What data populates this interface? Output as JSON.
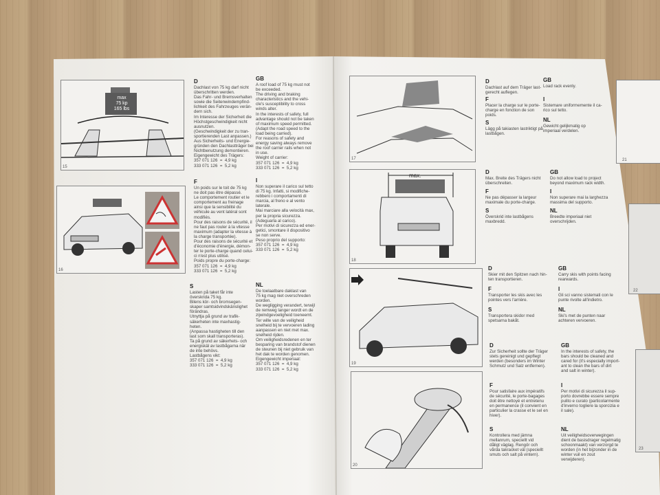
{
  "left": {
    "fig16": "16",
    "fig15": "15",
    "weight_label": [
      "max",
      "75 kp",
      "165 lbs"
    ],
    "D": {
      "h": "D",
      "t": "Dachlast von 75 kg darf nicht\nüberschritten werden.\nDas Fahr- und Bremsverhalten\nsowie die Seitenwindempfind-\nlichkeit des Fahrzeuges verän-\ndern sich.\nIm Interesse der Sicherheit die\nHöchstgeschwindigkeit nicht\nausnutzen.\n(Geschwindigkeit der zu tran-\nsportierenden Last anpassen.)\nAus Sicherheits- und Energie-\ngründen den Dachlastträger bei\nNichtbenutzung demontieren.\nEigengewicht des Trägers:\n357 071 126  =  4,9 kg\n333 071 126  =  5,2 kg"
    },
    "GB": {
      "h": "GB",
      "t": "A roof load of 75 kg must not\nbe exceeded.\nThe driving and braking\ncharacteristics and the vehi-\ncle's susceptibility to cross\nwinds alter.\nIn the interests of safety, full\nadvantage should not be taken\nof maximum speed permitted.\n(Adapt the road speed to the\nload being carried).\nFor reasons of safety and\nenergy saving always remove\nthe roof carrier rails when not\nin use.\nWeight of carrier:\n357 071 126  =  4,9 kg\n333 071 126  =  5,2 kg"
    },
    "F": {
      "h": "F",
      "t": "Un poids sur le toit de 75 kg\nne doit pas être dépassé.\nLe comportement routier et le\ncomportement au freinage\nainsi que la sensibilité du\nvéhicule au vent latéral sont\nmodifiés.\nPour des raisons de sécurité, il\nne faut pas rouler à la vitesse\nmaximum (adapter la vitesse à\nla charge transportée).\nPour des raisons de sécurité et\nd'économie d'énergie, démon-\nter le porte-charge quand celui-\nci n'est plus utilisé.\nPoids propre du porte-charge:\n357 071 126  =  4,9 kg\n333 071 126  =  5,2 kg"
    },
    "I": {
      "h": "I",
      "t": "Non superare il carico sul tetto\ndi 75 kg. Infatti, si modifiche-\nrebbero i comportamenti di\nmarcia, al freno e al vento\nlaterale.\nMai marciare alla velocità max,\nper la propria sicurezza.\n(Adeguarla al carico).\nPer motivi di sicurezza ed ener-\ngetici, smontare il dispositivo\nse non serve.\nPeso proprio del supporto:\n357 071 126  =  4,9 kg\n333 071 126  =  5,2 kg"
    },
    "S": {
      "h": "S",
      "t": "Lasten på taket får inte\növerskrida 75 kg.\nBilens kör- och bromsegen-\nskaper samtsidvindskänslighet\nförändras.\nUtnyttja på grund av trafik-\nsäkerheten inte maxhastig-\nheten.\n(Anpassa hastigheten till den\nlast som skall transporteras).\nTa på grund av säkerhets- och\nenergiskäl av lastbågarna när\nde inte behövs.\nLastbågens vikt:\n357 071 126  =  4,9 kg\n333 071 126  =  5,2 kg"
    },
    "NL": {
      "h": "NL",
      "t": "De toelaatbare daklast van\n75 kg mag niet overschreden\nworden.\nDe wegligging verandert, terwijl\nde remweg langer wordt en de\nzijwindgevoeligheid toeneemt.\nTer wille van de veiligheid\nsnelheid bij te vervoeren lading\naanpassen en niet met max.\nsnelheid rijden.\nOm veiligheidsredenen en ter\nbesparing van brandstof dienen\nde steunen bij niet gebruik van\nhet dak te worden genomen.\nEigengewicht imperiaal:\n357 071 126  =  4,9 kg\n333 071 126  =  5,2 kg"
    }
  },
  "right": {
    "fig17": "17",
    "fig18": "18",
    "fig19": "19",
    "fig20": "20",
    "fig21": "21",
    "fig22": "22",
    "fig23": "23",
    "max_label": "max.",
    "b17": {
      "D": {
        "h": "D",
        "t": "Dachlast auf dem Träger last-\ngerecht auflegen."
      },
      "GB": {
        "h": "GB",
        "t": "Load rack evenly."
      },
      "F": {
        "h": "F",
        "t": "Placer la charge sur le porte-\ncharge en fonction de son\npoids."
      },
      "I": {
        "h": "I",
        "t": "Sistemare uniformemente il ca-\nrico sul tetto."
      },
      "S": {
        "h": "S",
        "t": "Lägg på takiasten lastriktigt på\nlastbågen."
      },
      "NL": {
        "h": "NL",
        "t": "Gewicht gelijkmatig op\nimperiaal verdelen."
      }
    },
    "b18": {
      "D": {
        "h": "D",
        "t": "Max. Breite des Trägers nicht\nüberschreiten."
      },
      "GB": {
        "h": "GB",
        "t": "Do not allow load to project\nbeyond maximum rack width."
      },
      "F": {
        "h": "F",
        "t": "Ne pas dépasser la largeur\nmaximale du porte-charge."
      },
      "I": {
        "h": "I",
        "t": "Non superare mai la larghezza\nmassima del supporto."
      },
      "S": {
        "h": "S",
        "t": "Överskrid inte lastbågens\nmaxbredd."
      },
      "NL": {
        "h": "NL",
        "t": "Breedte imperiaal niet\noverschrijden."
      }
    },
    "b19": {
      "D": {
        "h": "D",
        "t": "Skier mit den Spitzen nach hin-\nten transportieren."
      },
      "GB": {
        "h": "GB",
        "t": "Carry skis with points facing\nrearwards."
      },
      "F": {
        "h": "F",
        "t": "Transporter les skis avec les\npointes vers l'arrière."
      },
      "I": {
        "h": "I",
        "t": "Gli sci vanno sistemati con le\npunte rivolte all'indietro."
      },
      "S": {
        "h": "S",
        "t": "Transportera skidor med\nspetsarna bakåt."
      },
      "NL": {
        "h": "NL",
        "t": "Ski's met de punten naar\nachteren vervoeren."
      }
    },
    "b20": {
      "D": {
        "h": "D",
        "t": "Zur Sicherheit sollte der Träger\nstets gereinigt und gepflegt\nwerden (besonders im Winter\nSchmutz und Salz entfernen)."
      },
      "GB": {
        "h": "GB",
        "t": "In the interests of safety, the\nbars should be cleaned and\ncared for (it's especially import-\nant to clean the bars of dirt\nand salt in winter)."
      },
      "F": {
        "h": "F",
        "t": "Pour satisfaire aux impératifs\nde sécurité, le porte-bagages\ndoit être nettoyé et entretenu\nen permanence (il convient en\nparticulier la crasse et le sel en\nhiver)."
      },
      "I": {
        "h": "I",
        "t": "Per motivi di sicurezza il sup-\nporto dovrebbe essere sempre\npulito e curato (particolarmente\nd'inverno togliere la sporcizia e\nil sale)."
      },
      "S": {
        "h": "S",
        "t": "Kontrollera med jämna\nmellanrum, speciellt vid\ndåligt väglag. Rengör och\nvårda takracket väl (speciellt\nsmuts och salt på vintern)."
      },
      "NL": {
        "h": "NL",
        "t": "Uit veiligheidsoverwegingen\ndient de basisdrager regelmatig\nschoonmaakt) van verzorgd te\nworden (in het bijzonder in de\nwinter vuil en zout\nverwijderen)."
      }
    }
  }
}
